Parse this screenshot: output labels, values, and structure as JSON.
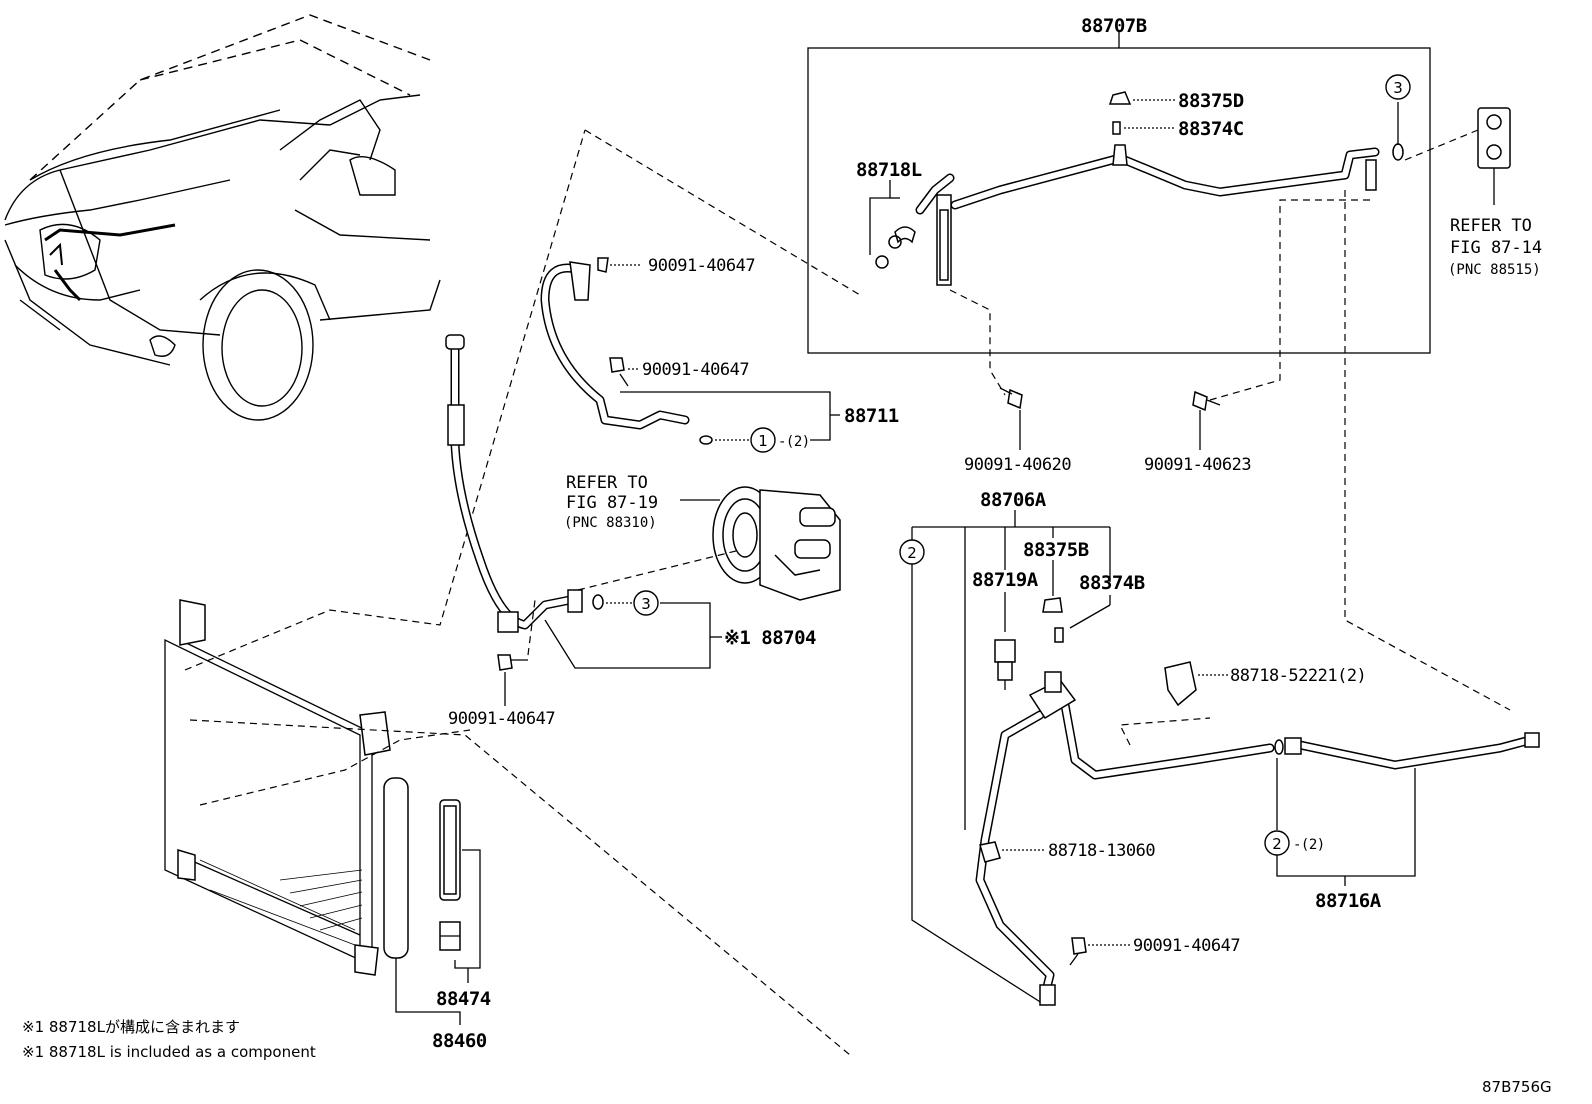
{
  "labels": {
    "p88707B": "88707B",
    "p88375D": "88375D",
    "p88374C": "88374C",
    "p88718L": "88718L",
    "ref8714_a": "REFER TO",
    "ref8714_b": "FIG 87-14",
    "ref8714_c": "(PNC 88515)",
    "b_40647_top": "90091-40647",
    "b_40647_mid": "90091-40647",
    "p88711": "88711",
    "c1_qty": "-(2)",
    "ref8719_a": "REFER TO",
    "ref8719_b": "FIG 87-19",
    "ref8719_c": "(PNC 88310)",
    "b_40620": "90091-40620",
    "b_40623": "90091-40623",
    "p88706A": "88706A",
    "p88375B": "88375B",
    "p88719A": "88719A",
    "p88374B": "88374B",
    "p88704": "※1 88704",
    "b_40647_low": "90091-40647",
    "p88718_52221": "88718-52221(2)",
    "p88718_13060": "88718-13060",
    "c2_qty": "-(2)",
    "p88716A": "88716A",
    "b_40647_bottom": "90091-40647",
    "p88474": "88474",
    "p88460": "88460",
    "note_jp": "※1 88718Lが構成に含まれます",
    "note_en": "※1 88718L  is included as a component",
    "fig_code": "87B756G"
  },
  "callouts": {
    "c1": "1",
    "c2_left": "2",
    "c2_right": "2",
    "c3_top": "3",
    "c3_mid": "3"
  }
}
